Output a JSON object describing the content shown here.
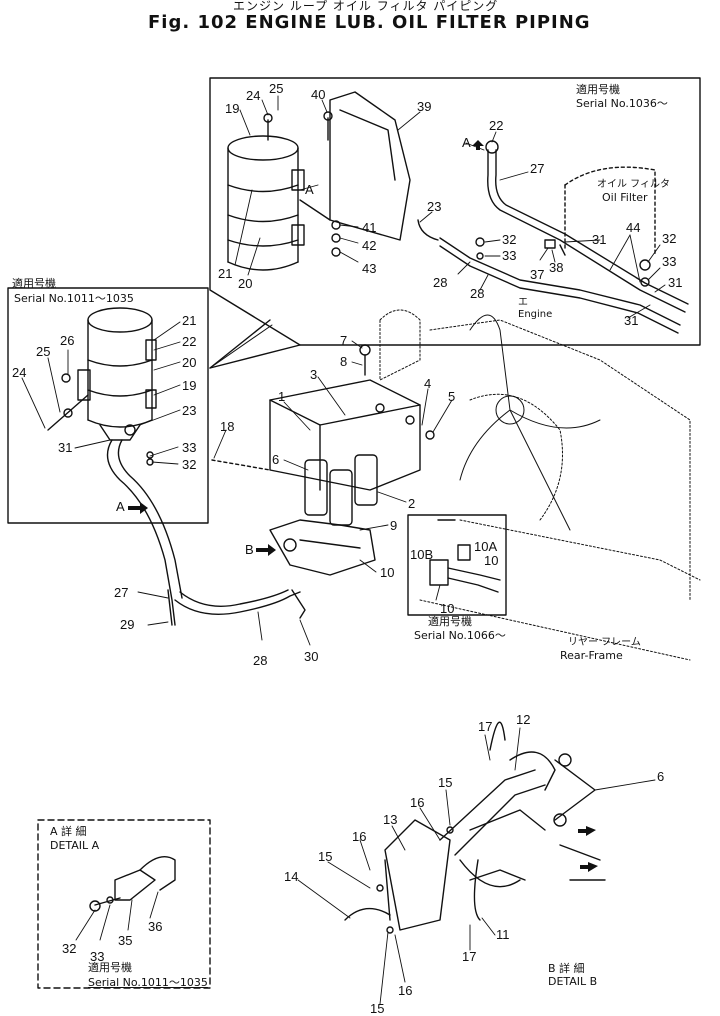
{
  "header": {
    "jp_title": "エンジン ループ オイル フィルタ パイピング",
    "title": "Fig. 102 ENGINE LUB. OIL FILTER PIPING"
  },
  "inset_top_right": {
    "jp_label": "適用号機",
    "serial": "Serial No.1036～",
    "oil_filter_jp": "オイル フィルタ",
    "oil_filter": "Oil Filter",
    "engine_jp": "エ",
    "engine": "Engine"
  },
  "inset_left": {
    "jp_label": "適用号機",
    "serial": "Serial No.1011～1035"
  },
  "inset_center": {
    "jp_label": "適用号機",
    "serial": "Serial No.1066～"
  },
  "rear_frame": {
    "jp": "リヤー フレーム",
    "label": "Rear-Frame"
  },
  "detail_a": {
    "jp": "A 詳 細",
    "label": "DETAIL A",
    "jp_label": "適用号機",
    "serial": "Serial No.1011～1035"
  },
  "detail_b": {
    "jp": "B 詳 細",
    "label": "DETAIL B"
  },
  "arrows": {
    "a1": "A",
    "a2": "A",
    "a3": "A",
    "b": "B"
  },
  "part_numbers": {
    "tr": [
      "24",
      "25",
      "19",
      "40",
      "39",
      "22",
      "27",
      "21",
      "20",
      "A",
      "41",
      "42",
      "43",
      "23",
      "32",
      "33",
      "28",
      "37",
      "38",
      "31",
      "44",
      "32",
      "33",
      "31",
      "31"
    ],
    "left": [
      "21",
      "22",
      "20",
      "26",
      "19",
      "25",
      "24",
      "23",
      "31",
      "33",
      "32",
      "27",
      "29",
      "28",
      "30"
    ],
    "center": [
      "7",
      "8",
      "3",
      "4",
      "5",
      "1",
      "18",
      "6",
      "2",
      "9",
      "10",
      "10B",
      "10A",
      "10"
    ],
    "detail_b": [
      "17",
      "12",
      "6",
      "15",
      "16",
      "13",
      "16",
      "15",
      "14",
      "11",
      "17",
      "16",
      "15"
    ],
    "detail_a": [
      "32",
      "33",
      "35",
      "36"
    ]
  }
}
